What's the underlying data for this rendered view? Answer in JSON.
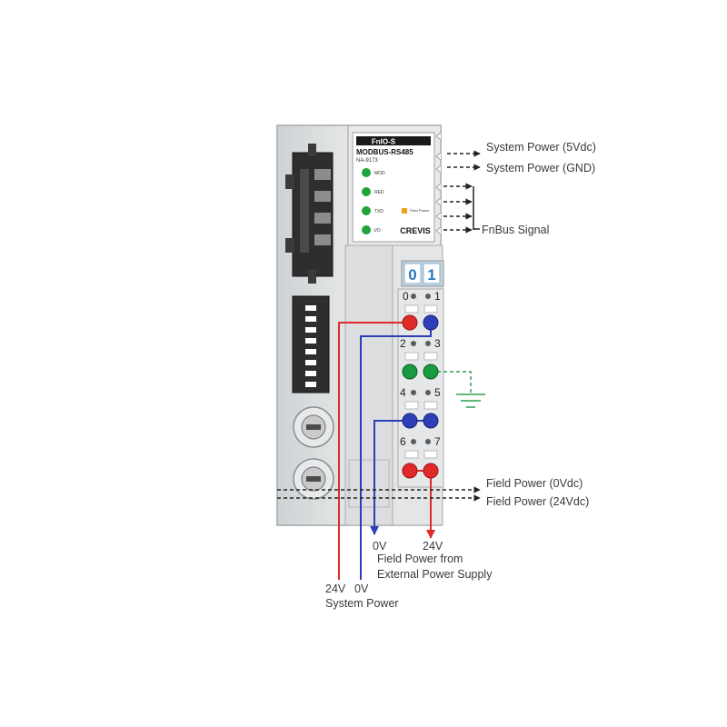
{
  "module": {
    "family": "FnIO-S",
    "protocol": "MODBUS-RS485",
    "model": "NA-9173",
    "brand": "CREVIS",
    "leds": [
      {
        "label": "MOD",
        "color": "#1fa33a"
      },
      {
        "label": "RED",
        "color": "#1fa33a"
      },
      {
        "label": "TXD",
        "color": "#1fa33a"
      },
      {
        "label": "I/O",
        "color": "#1fa33a"
      }
    ],
    "field_power_led": {
      "label": "Field\nPower",
      "color": "#f0a020"
    },
    "display": {
      "digit_left": "0",
      "digit_right": "1"
    },
    "terminal_numbers": [
      [
        "0",
        "1"
      ],
      [
        "2",
        "3"
      ],
      [
        "4",
        "5"
      ],
      [
        "6",
        "7"
      ]
    ]
  },
  "colors": {
    "red_wire": "#e02a2a",
    "blue_wire": "#2d3fb8",
    "green_wire": "#1a9a40",
    "ground": "#2aa050",
    "label_text": "#3a3a3a"
  },
  "labels": {
    "system_power_5v": "System Power (5Vdc)",
    "system_power_gnd": "System Power (GND)",
    "fnbus_signal": "FnBus Signal",
    "field_power_0v": "Field Power (0Vdc)",
    "field_power_24v": "Field Power (24Vdc)",
    "field_0v": "0V",
    "field_24v": "24V",
    "field_ext_line1": "Field Power from",
    "field_ext_line2": "External Power Supply",
    "sys_24v": "24V",
    "sys_0v": "0V",
    "system_power": "System Power"
  }
}
